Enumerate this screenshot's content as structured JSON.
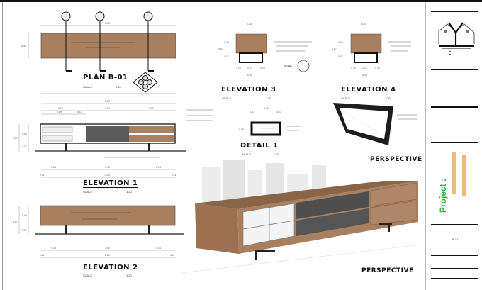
{
  "plan": {
    "title": "PLAN B-01",
    "scale_label": "SCALE",
    "scale": "1:20",
    "dim_width": "2.30",
    "dim_depth": "0.30"
  },
  "elevation1": {
    "title": "ELEVATION 1",
    "scale_label": "SCALE",
    "scale": "1:20",
    "top_dims": [
      "2.30",
      "0.79",
      "0.74",
      "0.79",
      "0.59",
      "0.17"
    ],
    "side_dims": [
      "0.57",
      "0.40",
      "0.17"
    ],
    "bottom_dims": [
      "0.34",
      "1.45",
      "0.34",
      "0.11",
      "2.10",
      "0.11"
    ]
  },
  "elevation2": {
    "title": "ELEVATION 2",
    "scale_label": "SCALE",
    "scale": "1:20",
    "side_dims": [
      "0.57",
      "0.40",
      "0.17"
    ],
    "bottom_dims": [
      "0.34",
      "1.45",
      "0.34",
      "0.11",
      "2.10",
      "0.11"
    ]
  },
  "elevation3": {
    "title": "ELEVATION 3",
    "scale_label": "SCALE",
    "scale": "1:20",
    "dims": [
      "0.30",
      "0.57",
      "0.40",
      "0.17",
      "0.03",
      "0.40",
      "0.03",
      "0.30"
    ],
    "detail_callout": "DETAIL",
    "detail_ref": "1"
  },
  "elevation4": {
    "title": "ELEVATION 4",
    "scale_label": "SCALE",
    "scale": "1:20",
    "dims": [
      "0.30",
      "0.57",
      "0.40",
      "0.17",
      "0.03",
      "0.40",
      "0.03",
      "0.30"
    ]
  },
  "detail1": {
    "title": "DETAIL 1",
    "scale_label": "SCALE",
    "scale": "1:10",
    "dims": [
      "0.40",
      "0.03",
      "0.03",
      "0.15"
    ]
  },
  "perspective_small": {
    "title": "PERSPECTIVE"
  },
  "perspective_large": {
    "title": "PERSPECTIVE"
  },
  "title_block": {
    "project_label": "Project :",
    "drawing_no": "B-01"
  },
  "colors": {
    "wood": "#a9805f",
    "dark_panel": "#5b5b5b",
    "frame": "#222222",
    "project_green": "#2fb34a",
    "project_orange": "#e0a040"
  }
}
